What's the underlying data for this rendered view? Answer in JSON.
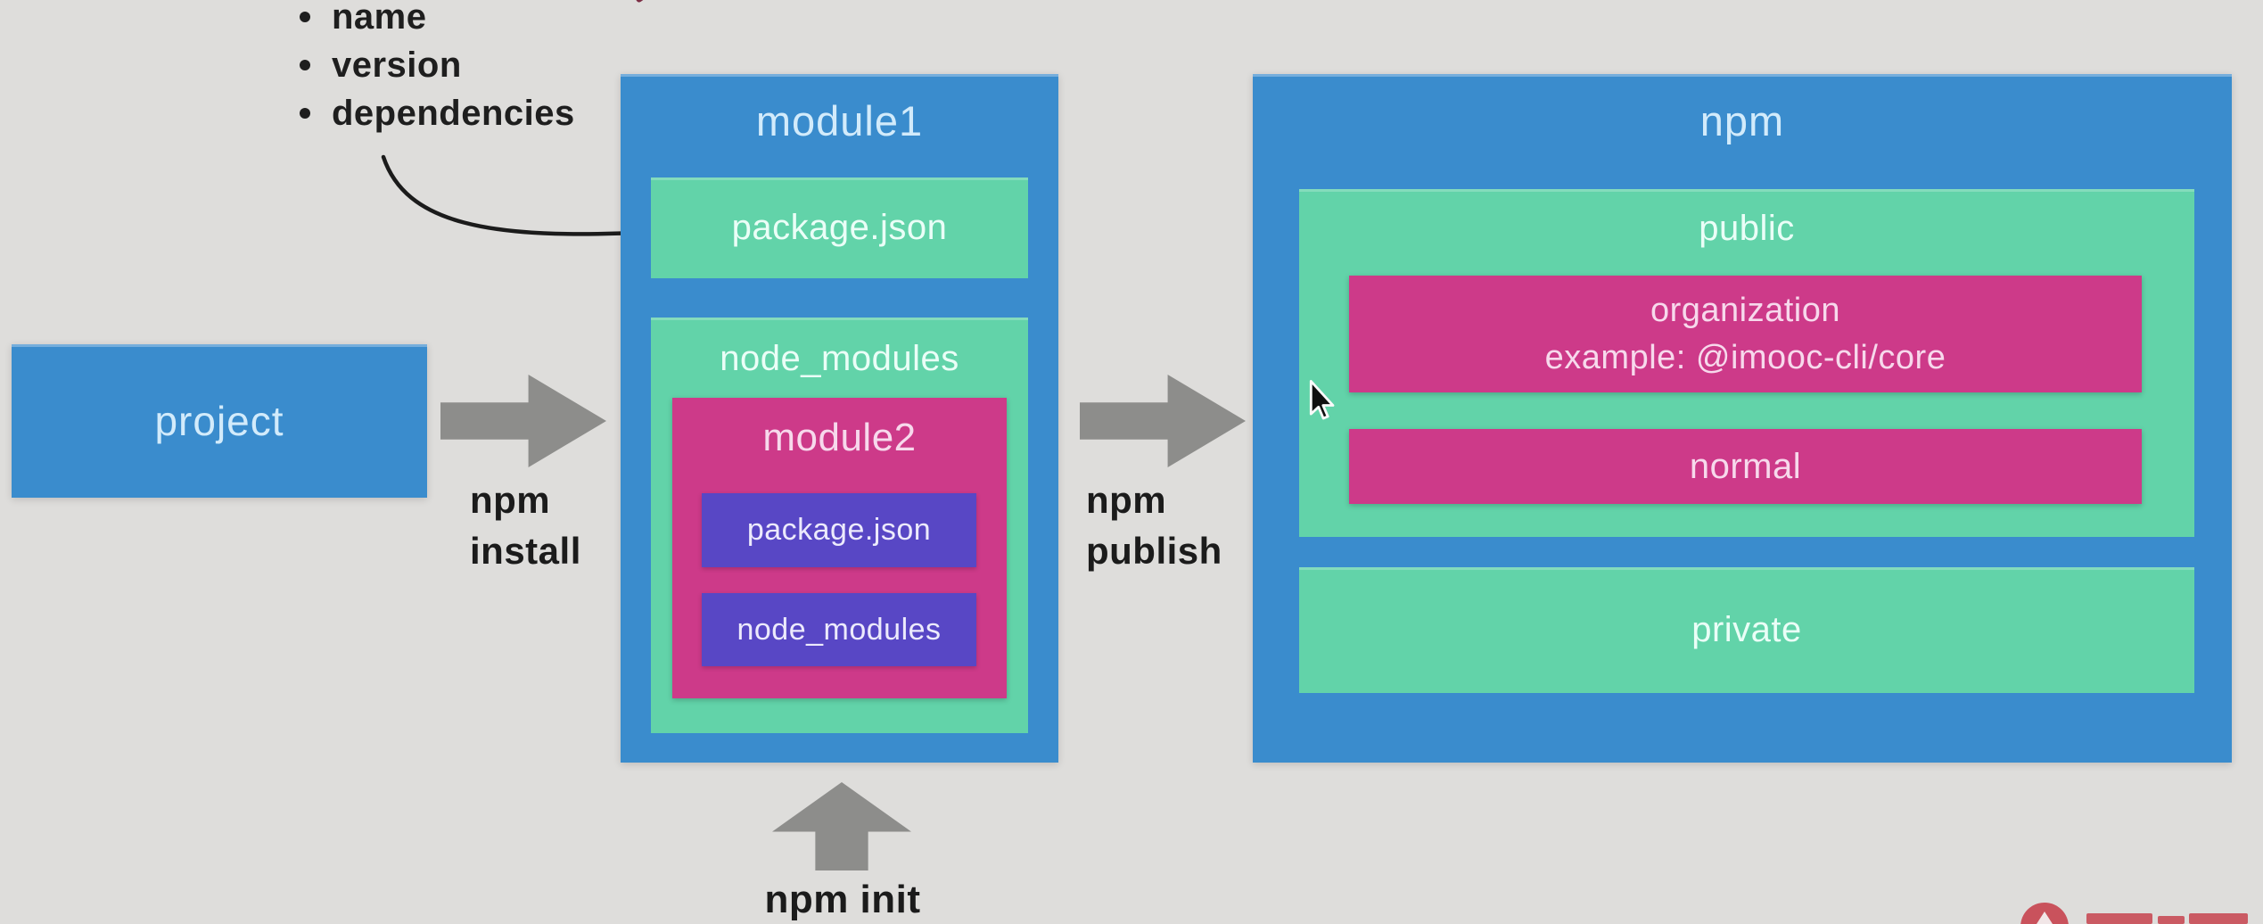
{
  "meta": {
    "background": "#dedddb",
    "description_colors": {
      "container_blue": "#3a8ccd",
      "folder_green": "#62d3a9",
      "package_pink": "#cd3a89",
      "file_purple": "#5847c5",
      "arrow_gray": "#8d8d8b",
      "annotation_text": "#1b1b1b",
      "watermark_red": "#c7434e"
    }
  },
  "bullet_list": {
    "items": [
      {
        "label": "name"
      },
      {
        "label": "version"
      },
      {
        "label": "dependencies"
      }
    ]
  },
  "project": {
    "label": "project"
  },
  "arrows": {
    "install": {
      "line1": "npm",
      "line2": "install"
    },
    "publish": {
      "line1": "npm",
      "line2": "publish"
    },
    "init": {
      "label": "npm init"
    }
  },
  "module1": {
    "title": "module1",
    "package_json": {
      "label": "package.json"
    },
    "node_modules": {
      "title": "node_modules",
      "module2": {
        "title": "module2",
        "package_json": {
          "label": "package.json"
        },
        "node_modules": {
          "label": "node_modules"
        }
      }
    }
  },
  "npm": {
    "title": "npm",
    "public": {
      "title": "public",
      "organization": {
        "line1": "organization",
        "line2": "example: @imooc-cli/core"
      },
      "normal": {
        "label": "normal"
      }
    },
    "private": {
      "label": "private"
    }
  }
}
